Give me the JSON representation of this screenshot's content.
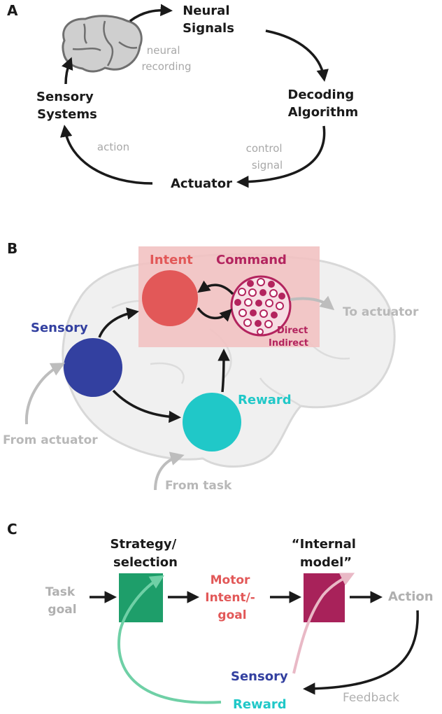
{
  "panel_a": {
    "letter": "A",
    "neural_signals": [
      "Neural",
      "Signals"
    ],
    "neural_recording": [
      "neural",
      "recording"
    ],
    "decoding_algorithm": [
      "Decoding",
      "Algorithm"
    ],
    "sensory_systems": [
      "Sensory",
      "Systems"
    ],
    "action": "action",
    "control_signal": [
      "control",
      "signal"
    ],
    "actuator": "Actuator"
  },
  "panel_b": {
    "letter": "B",
    "intent": "Intent",
    "command": "Command",
    "direct": "Direct",
    "indirect": "Indirect",
    "to_actuator": "To actuator",
    "sensory": "Sensory",
    "reward": "Reward",
    "from_actuator": "From actuator",
    "from_task": "From task"
  },
  "panel_c": {
    "letter": "C",
    "strategy": [
      "Strategy/",
      "selection"
    ],
    "internal_model": [
      "“Internal",
      "model”"
    ],
    "task_goal": [
      "Task",
      "goal"
    ],
    "motor_intent": [
      "Motor",
      "Intent/-",
      "goal"
    ],
    "action": "Action",
    "sensory": "Sensory",
    "reward": "Reward",
    "feedback": "Feedback"
  },
  "colors": {
    "dark": "#1a1a1a",
    "gray_text": "#a8a8a8",
    "brain_fill": "#f0f0f0",
    "brain_stroke": "#d8d8d8",
    "intent_red": "#e25858",
    "command_magenta": "#b3245e",
    "box_pink": "#f2c2c2",
    "sensory_blue": "#3340a0",
    "reward_cyan": "#20c8c8",
    "strategy_green": "#1e9e6a",
    "model_magenta": "#a8225a",
    "green_arrow": "#6fd0a6",
    "pink_arrow": "#e9b9c6"
  }
}
